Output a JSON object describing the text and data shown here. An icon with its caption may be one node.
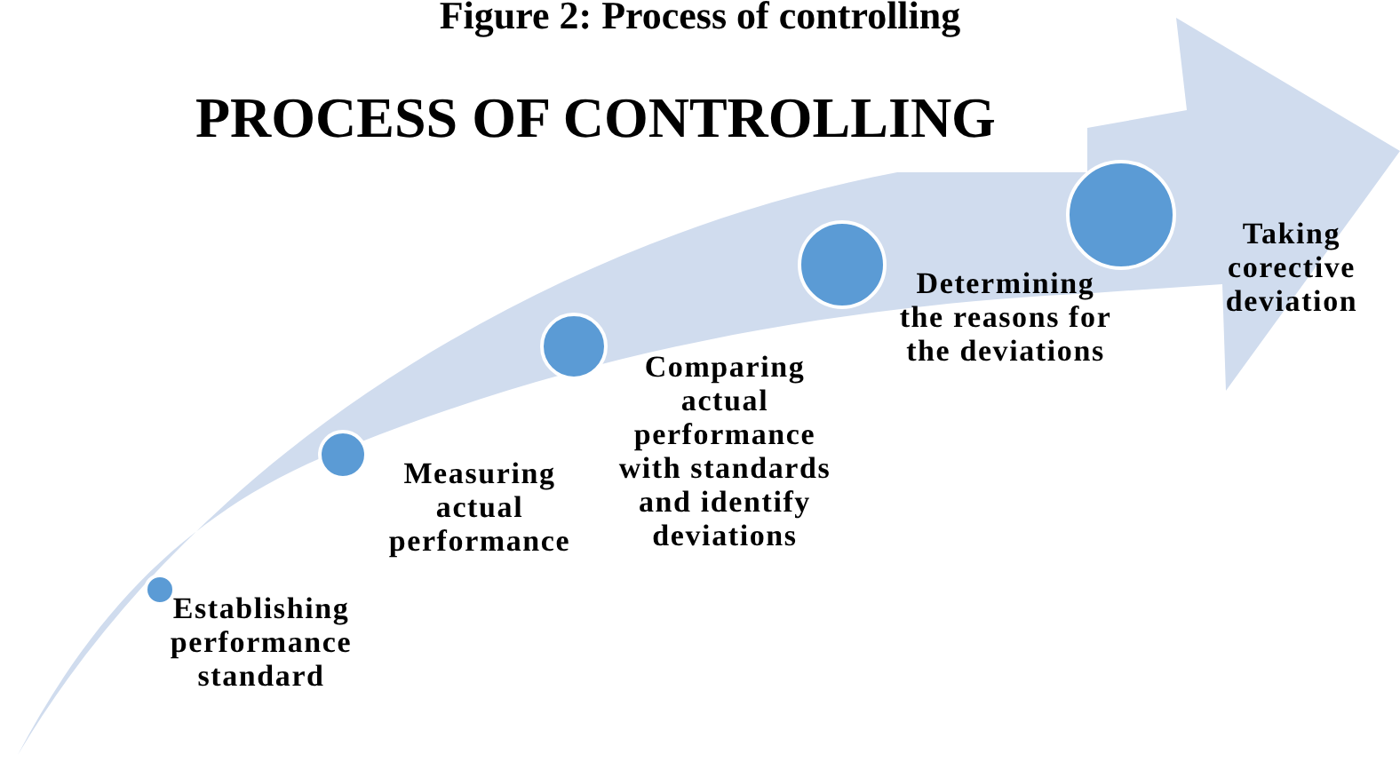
{
  "diagram": {
    "title": "PROCESS OF CONTROLLING",
    "caption": "Figure 2: Process of controlling",
    "nodes": [
      {
        "text": [],
        "shape": "circle",
        "beside": [
          "Establishing performance standard"
        ]
      },
      {
        "text": [],
        "shape": "circle",
        "beside": [
          "Measuring actual performance"
        ]
      },
      {
        "text": [],
        "shape": "circle",
        "beside": [
          "Comparing actual performance with standards and identify deviations"
        ]
      },
      {
        "text": [],
        "shape": "circle",
        "beside": [
          "Determining the reasons for the deviations"
        ]
      },
      {
        "text": [],
        "shape": "circle",
        "beside": [
          "Taking corective deviation"
        ]
      }
    ]
  }
}
